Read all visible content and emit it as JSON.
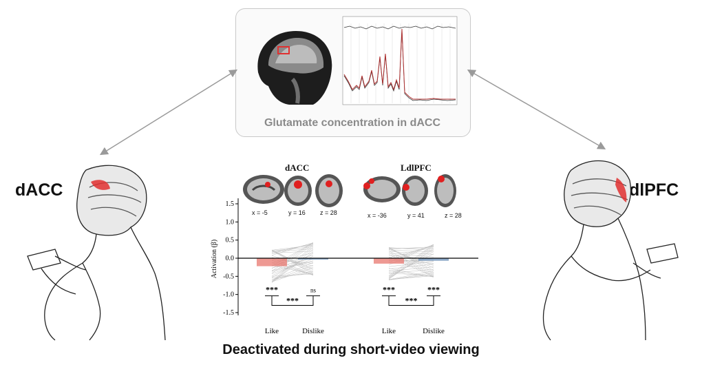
{
  "top": {
    "caption": "Glutamate concentration in dACC"
  },
  "left_label": "dACC",
  "right_label": "dlPFC",
  "bottom_caption": "Deactivated during short-video viewing",
  "panels": [
    {
      "title": "dACC",
      "coords": [
        "x = -5",
        "y = 16",
        "z = 28"
      ]
    },
    {
      "title": "LdlPFC",
      "coords": [
        "x = -36",
        "y = 41",
        "z = 28"
      ]
    }
  ],
  "chart_data": {
    "type": "bar",
    "ylabel": "Activation (β)",
    "ylim": [
      -1.5,
      1.5
    ],
    "yticks": [
      "1.5",
      "1.0",
      "0.5",
      "0.0",
      "-0.5",
      "-1.0",
      "-1.5"
    ],
    "categories": [
      "Like",
      "Dislike"
    ],
    "groups": [
      {
        "name": "dACC",
        "values": [
          -0.22,
          -0.02
        ],
        "sig": {
          "like": "***",
          "dislike": "ns",
          "between": "***"
        }
      },
      {
        "name": "LdlPFC",
        "values": [
          -0.15,
          -0.07
        ],
        "sig": {
          "like": "***",
          "dislike": "***",
          "between": "***"
        }
      }
    ],
    "colors": {
      "like": "#e8776f",
      "dislike": "#6a8fb8"
    }
  }
}
